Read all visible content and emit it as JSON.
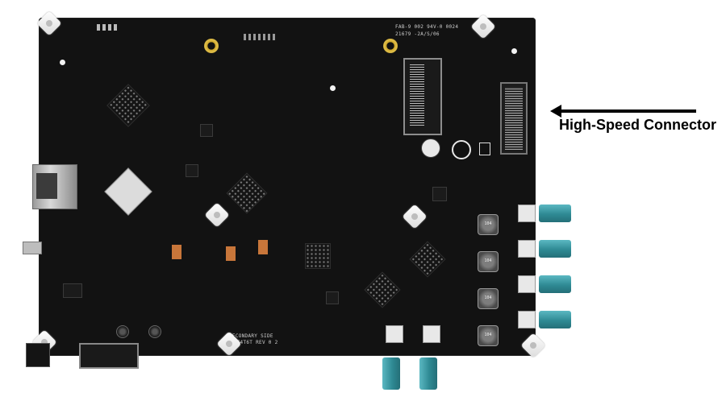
{
  "silkscreen": {
    "fab_line1": "FAB-9 002 94V-0 0024",
    "fab_line2": "21679 -2A/S/06",
    "secondary_line1": "SECONDARY SIDE",
    "secondary_line2": "DB-ST4T6T REV 0 2"
  },
  "inductors": [
    {
      "label": "104"
    },
    {
      "label": "104"
    },
    {
      "label": "104"
    },
    {
      "label": "104"
    }
  ],
  "annotation": {
    "label": "High-Speed Connector"
  },
  "colors": {
    "board": "#121212",
    "coax": "#2f8a94",
    "standoff": "#f0f0f0",
    "arrow": "#000000"
  }
}
